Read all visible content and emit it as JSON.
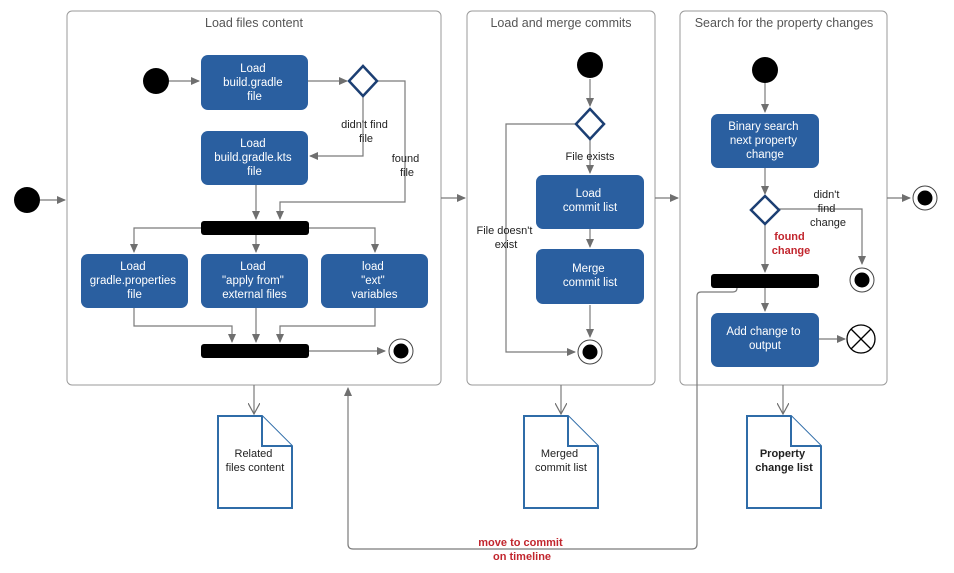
{
  "frames": {
    "load_files": "Load files content",
    "merge_commits": "Load and merge commits",
    "search_changes": "Search for the property changes"
  },
  "activities": {
    "load_build_gradle": [
      "Load",
      "build.gradle",
      "file"
    ],
    "load_build_gradle_kts": [
      "Load",
      "build.gradle.kts",
      "file"
    ],
    "load_gradle_properties": [
      "Load",
      "gradle.properties",
      "file"
    ],
    "load_apply_from": [
      "Load",
      "\"apply from\"",
      "external files"
    ],
    "load_ext": [
      "load",
      "\"ext\"",
      "variables"
    ],
    "load_commit_list": [
      "Load",
      "commit list"
    ],
    "merge_commit_list": [
      "Merge",
      "commit list"
    ],
    "binary_search": [
      "Binary search",
      "next property",
      "change"
    ],
    "add_change": [
      "Add change to",
      "output"
    ]
  },
  "guards": {
    "didnt_find_file": [
      "didn't find",
      "file"
    ],
    "found_file": [
      "found",
      "file"
    ],
    "file_exists": "File exists",
    "file_doesnt_exist": [
      "File doesn't",
      "exist"
    ],
    "didnt_find_change": [
      "didn't",
      "find",
      "change"
    ],
    "found_change": [
      "found",
      "change"
    ],
    "move_to_commit": [
      "move to commit",
      "on timeline"
    ]
  },
  "documents": {
    "related_files": [
      "Related",
      "files content"
    ],
    "merged_commits": [
      "Merged",
      "commit list"
    ],
    "property_changes": [
      "Property",
      "change list"
    ]
  },
  "colors": {
    "activity": "#2a5fa0",
    "highlight": "#c2262e",
    "document_border": "#2f6ca8",
    "decision_border": "#1c3f73",
    "edge": "#7a7a7a"
  }
}
